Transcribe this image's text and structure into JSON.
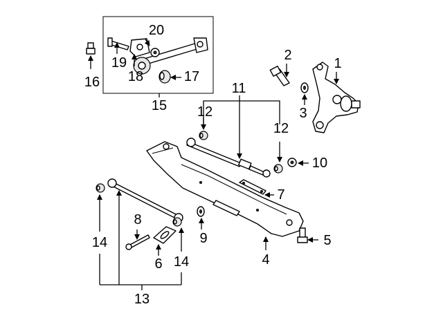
{
  "callouts": {
    "c1": "1",
    "c2": "2",
    "c3": "3",
    "c4": "4",
    "c5": "5",
    "c6": "6",
    "c7": "7",
    "c8": "8",
    "c9": "9",
    "c10": "10",
    "c11": "11",
    "c12a": "12",
    "c12b": "12",
    "c13": "13",
    "c14a": "14",
    "c14b": "14",
    "c15": "15",
    "c16": "16",
    "c17": "17",
    "c18": "18",
    "c19": "19",
    "c20": "20"
  }
}
